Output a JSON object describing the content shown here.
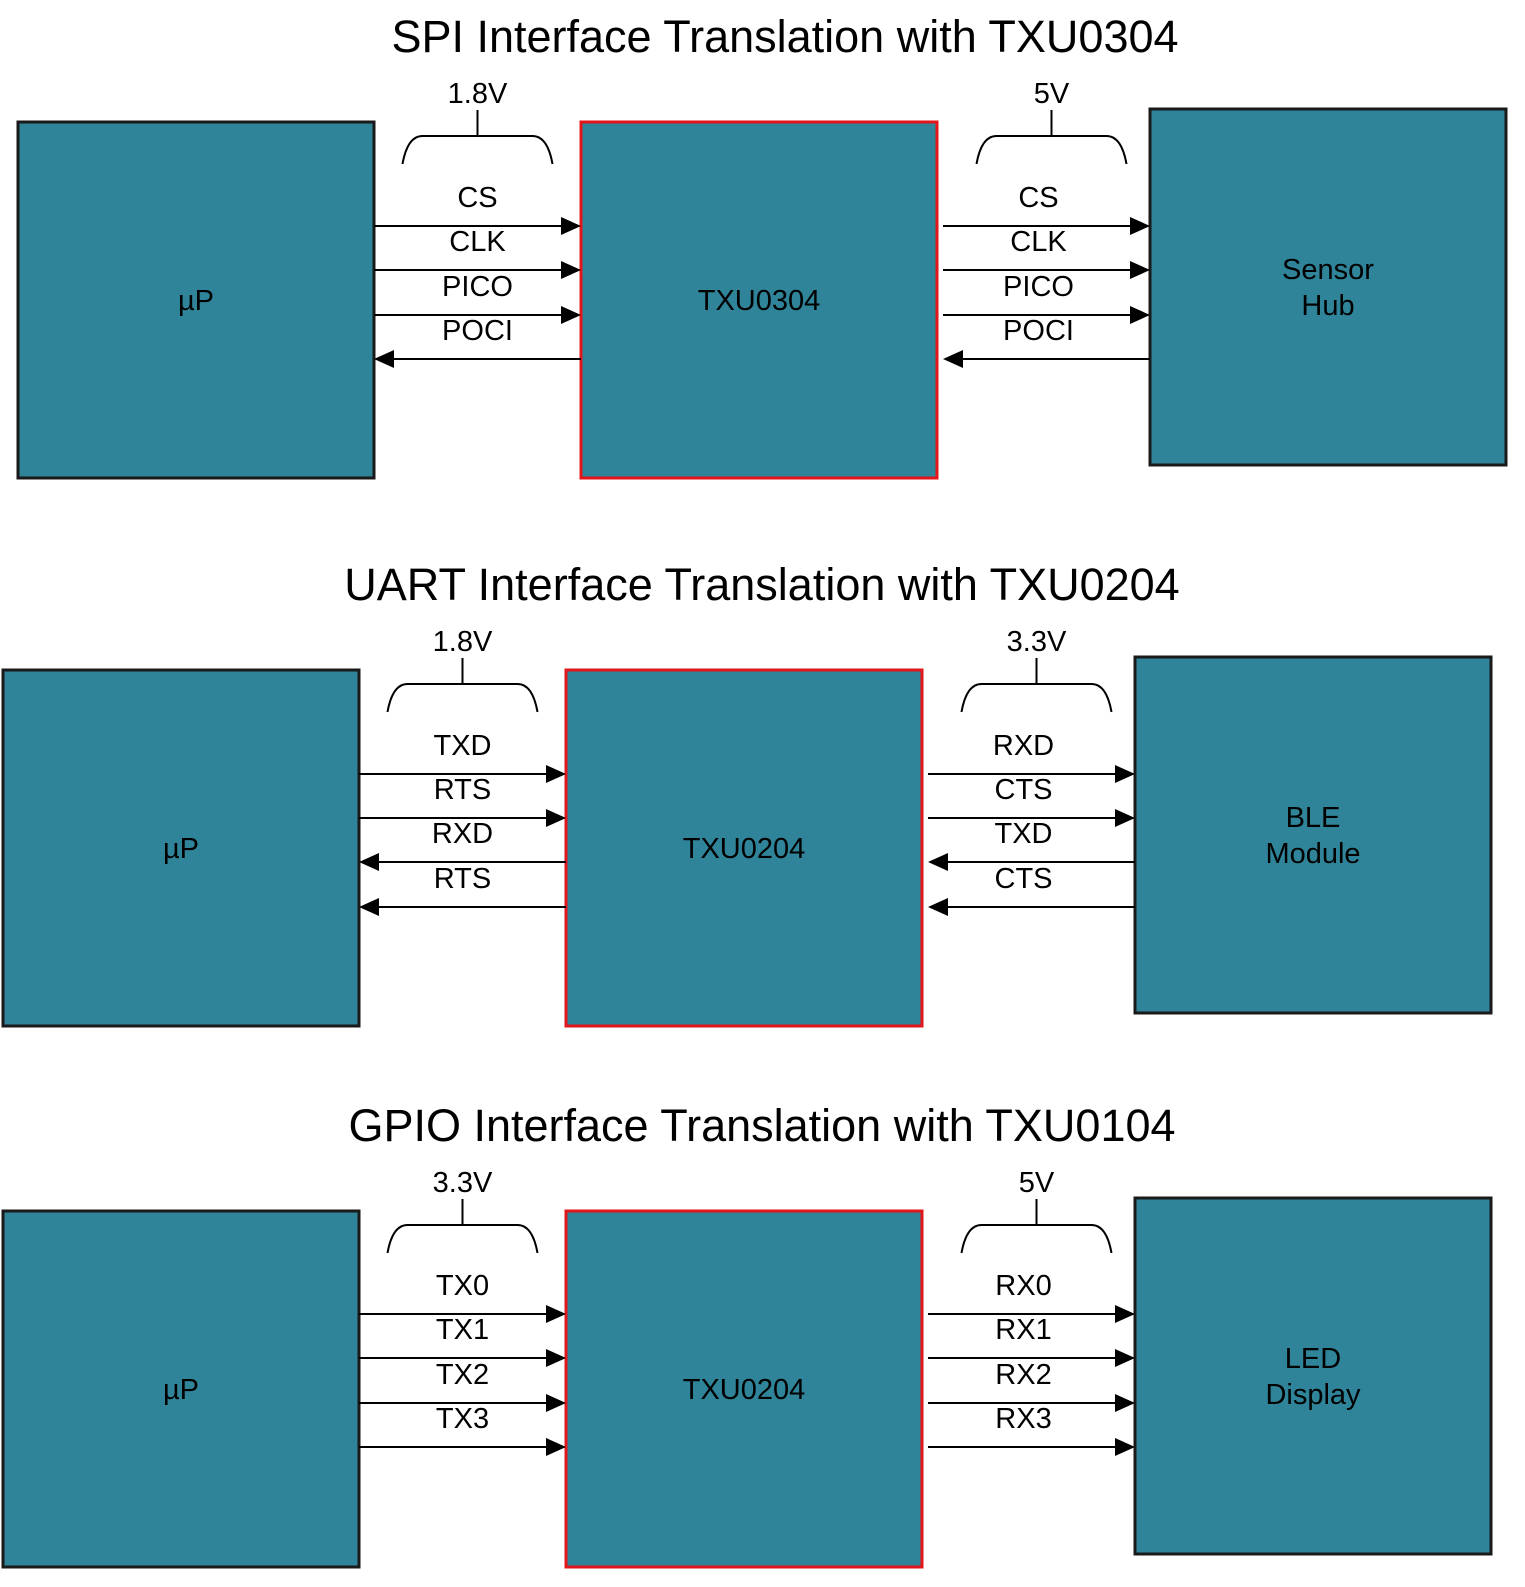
{
  "colors": {
    "block_fill": "#2f8499",
    "block_border": "#1a1a1a",
    "translator_border": "#e3161b",
    "line": "#000000"
  },
  "sections": [
    {
      "title": "SPI Interface Translation with TXU0304",
      "left_block": [
        "µP"
      ],
      "translator": [
        "TXU0304"
      ],
      "right_block": [
        "Sensor",
        "Hub"
      ],
      "left_voltage": "1.8V",
      "right_voltage": "5V",
      "left_signals": [
        {
          "label": "CS",
          "dir": "right"
        },
        {
          "label": "CLK",
          "dir": "right"
        },
        {
          "label": "PICO",
          "dir": "right"
        },
        {
          "label": "POCI",
          "dir": "left"
        }
      ],
      "right_signals": [
        {
          "label": "CS",
          "dir": "right"
        },
        {
          "label": "CLK",
          "dir": "right"
        },
        {
          "label": "PICO",
          "dir": "right"
        },
        {
          "label": "POCI",
          "dir": "left"
        }
      ]
    },
    {
      "title": "UART Interface Translation with TXU0204",
      "left_block": [
        "µP"
      ],
      "translator": [
        "TXU0204"
      ],
      "right_block": [
        "BLE",
        "Module"
      ],
      "left_voltage": "1.8V",
      "right_voltage": "3.3V",
      "left_signals": [
        {
          "label": "TXD",
          "dir": "right"
        },
        {
          "label": "RTS",
          "dir": "right"
        },
        {
          "label": "RXD",
          "dir": "left"
        },
        {
          "label": "RTS",
          "dir": "left"
        }
      ],
      "right_signals": [
        {
          "label": "RXD",
          "dir": "right"
        },
        {
          "label": "CTS",
          "dir": "right"
        },
        {
          "label": "TXD",
          "dir": "left"
        },
        {
          "label": "CTS",
          "dir": "left"
        }
      ]
    },
    {
      "title": "GPIO Interface Translation with TXU0104",
      "left_block": [
        "µP"
      ],
      "translator": [
        "TXU0204"
      ],
      "right_block": [
        "LED",
        "Display"
      ],
      "left_voltage": "3.3V",
      "right_voltage": "5V",
      "left_signals": [
        {
          "label": "TX0",
          "dir": "right"
        },
        {
          "label": "TX1",
          "dir": "right"
        },
        {
          "label": "TX2",
          "dir": "right"
        },
        {
          "label": "TX3",
          "dir": "right"
        }
      ],
      "right_signals": [
        {
          "label": "RX0",
          "dir": "right"
        },
        {
          "label": "RX1",
          "dir": "right"
        },
        {
          "label": "RX2",
          "dir": "right"
        },
        {
          "label": "RX3",
          "dir": "right"
        }
      ]
    }
  ]
}
